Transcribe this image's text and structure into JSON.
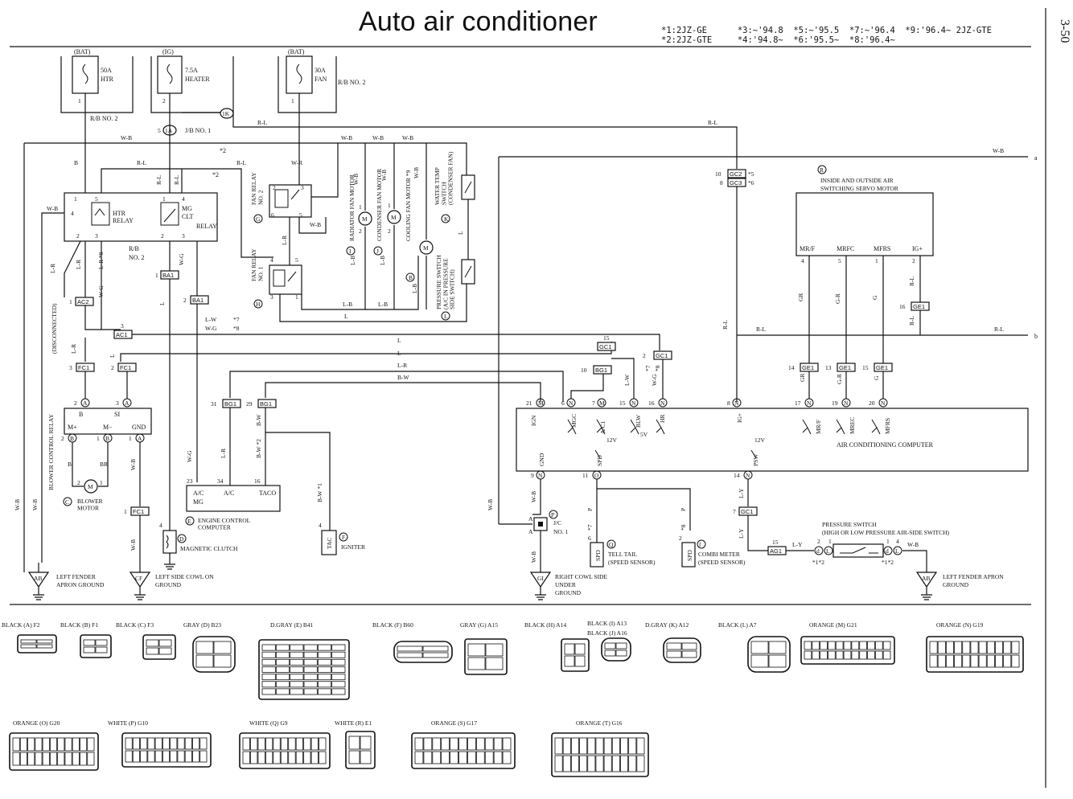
{
  "title": "Auto air conditioner",
  "page_number": "3-50",
  "variant_notes": {
    "line1": "*1:2JZ-GE      *3:~'94.8  *5:~'95.5  *7:~'96.4  *9:'96.4~ 2JZ-GTE",
    "line2": "*2:2JZ-GTE     *4:'94.8~  *6:'95.5~  *8:'96.4~"
  },
  "power": {
    "bat1": "(BAT)",
    "fuse1_amp": "50A",
    "fuse1_name": "HTR",
    "ig": "(IG)",
    "fuse2_amp": "7.5A",
    "fuse2_name": "HEATER",
    "bat2": "(BAT)",
    "fuse3_amp": "30A",
    "fuse3_name": "FAN",
    "rb2_top": "R/B NO. 2",
    "rb2_left": "R/B NO. 2",
    "rb2_mid": "R/B\nNO. 2",
    "jb1": "J/B NO. 1",
    "jb1_pin": "1A",
    "pin_1k": "1K"
  },
  "components": {
    "htr_relay": "HTR\nRELAY",
    "mg_clt_relay": "MG\nCLT\nRELAY",
    "fan_relay2": "FAN RELAY\nNO. 2",
    "fan_relay1": "FAN RELAY\nNO. 1",
    "radiator_fan_motor": "RADIATOR FAN MOTOR",
    "condenser_fan_motor": "CONDENSER FAN MOTOR",
    "cooling_fan_motor": "COOLING FAN MOTOR *9",
    "water_temp_switch": "WATER TEMP\nSWITCH\n(CONDENSER FAN)",
    "pressure_switch_l": "PRESSURE SWITCH\n(A/C IN PRESSURE\nSIDE SWITCH)",
    "blower_control_relay": "BLOWER CONTROL RELAY",
    "blower_control_pins": [
      "B",
      "SI",
      "M+",
      "M-",
      "GND"
    ],
    "blower_motor": "BLOWER\nMOTOR",
    "engine_control_computer": "ENGINE CONTROL\nCOMPUTER",
    "ecc_pins": [
      "A/C\nMG",
      "A/C",
      "TACO"
    ],
    "magnetic_clutch": "MAGNETIC CLUTCH",
    "igniter": "IGNITER",
    "tac": "TAC",
    "jc1": "J/C\nNO. 1",
    "servo_motor": "INSIDE AND OUTSIDE AIR\nSWITCHING SERVO MOTOR",
    "servo_pins": [
      "MR/F",
      "MRFC",
      "MFRS",
      "IG+"
    ],
    "ac_computer": "AIR CONDITIONING COMPUTER",
    "ac_pins_top": [
      "IGN",
      "MGC",
      "A/C1",
      "BLW",
      "HR",
      "IG+",
      "MR/F",
      "MREC",
      "MFRS"
    ],
    "ac_pins_bottom": [
      "GND",
      "SPD",
      "PSW"
    ],
    "tell_tail": "TELL TAIL\n(SPEED SENSOR)",
    "combi_meter": "COMBI METER\n(SPEED SENSOR)",
    "pressure_switch_hl": "PRESSURE SWITCH\n(HIGH OR LOW PRESSURE AIR-SIDE SWITCH)",
    "spd": "SPD",
    "disconnected": "(DISCONNECTED)",
    "v12": "12V",
    "v5": "5V"
  },
  "grounds": {
    "left_fender_1": "LEFT FENDER\nAPRON GROUND",
    "left_side_cowl": "LEFT SIDE COWL ON\nGROUND",
    "right_cowl": "RIGHT COWL SIDE\nUNDER\nGROUND",
    "left_fender_2": "LEFT FENDER APRON\nGROUND"
  },
  "wire_colors": [
    "B",
    "R-L",
    "W-B",
    "L-R",
    "W-G",
    "L-W",
    "L",
    "L-B",
    "B-W",
    "G-R",
    "GR",
    "G",
    "L-Y",
    "BR",
    "P",
    "W-R"
  ],
  "connector_codes": [
    "AC1",
    "AC2",
    "FC1",
    "BA1",
    "GE1",
    "GC1",
    "GC2",
    "GC3",
    "BG1",
    "AG1"
  ],
  "connector_legend": [
    {
      "color": "BLACK",
      "letter": "A",
      "code": "F2"
    },
    {
      "color": "BLACK",
      "letter": "B",
      "code": "F1"
    },
    {
      "color": "BLACK",
      "letter": "C",
      "code": "F3"
    },
    {
      "color": "GRAY",
      "letter": "D",
      "code": "B23"
    },
    {
      "color": "D.GRAY",
      "letter": "E",
      "code": "B41"
    },
    {
      "color": "BLACK",
      "letter": "F",
      "code": "B60"
    },
    {
      "color": "GRAY",
      "letter": "G",
      "code": "A15"
    },
    {
      "color": "BLACK",
      "letter": "H",
      "code": "A14"
    },
    {
      "color": "BLACK",
      "letter": "I",
      "code": "A13"
    },
    {
      "color": "BLACK",
      "letter": "J",
      "code": "A16"
    },
    {
      "color": "D.GRAY",
      "letter": "K",
      "code": "A12"
    },
    {
      "color": "BLACK",
      "letter": "L",
      "code": "A7"
    },
    {
      "color": "ORANGE",
      "letter": "M",
      "code": "G21"
    },
    {
      "color": "ORANGE",
      "letter": "N",
      "code": "G19"
    },
    {
      "color": "ORANGE",
      "letter": "O",
      "code": "G20"
    },
    {
      "color": "WHITE",
      "letter": "P",
      "code": "G10"
    },
    {
      "color": "WHITE",
      "letter": "Q",
      "code": "G9"
    },
    {
      "color": "WHITE",
      "letter": "R",
      "code": "E1"
    },
    {
      "color": "ORANGE",
      "letter": "S",
      "code": "G17"
    },
    {
      "color": "ORANGE",
      "letter": "T",
      "code": "G16"
    }
  ],
  "offpage": {
    "a": "a",
    "b": "b"
  }
}
